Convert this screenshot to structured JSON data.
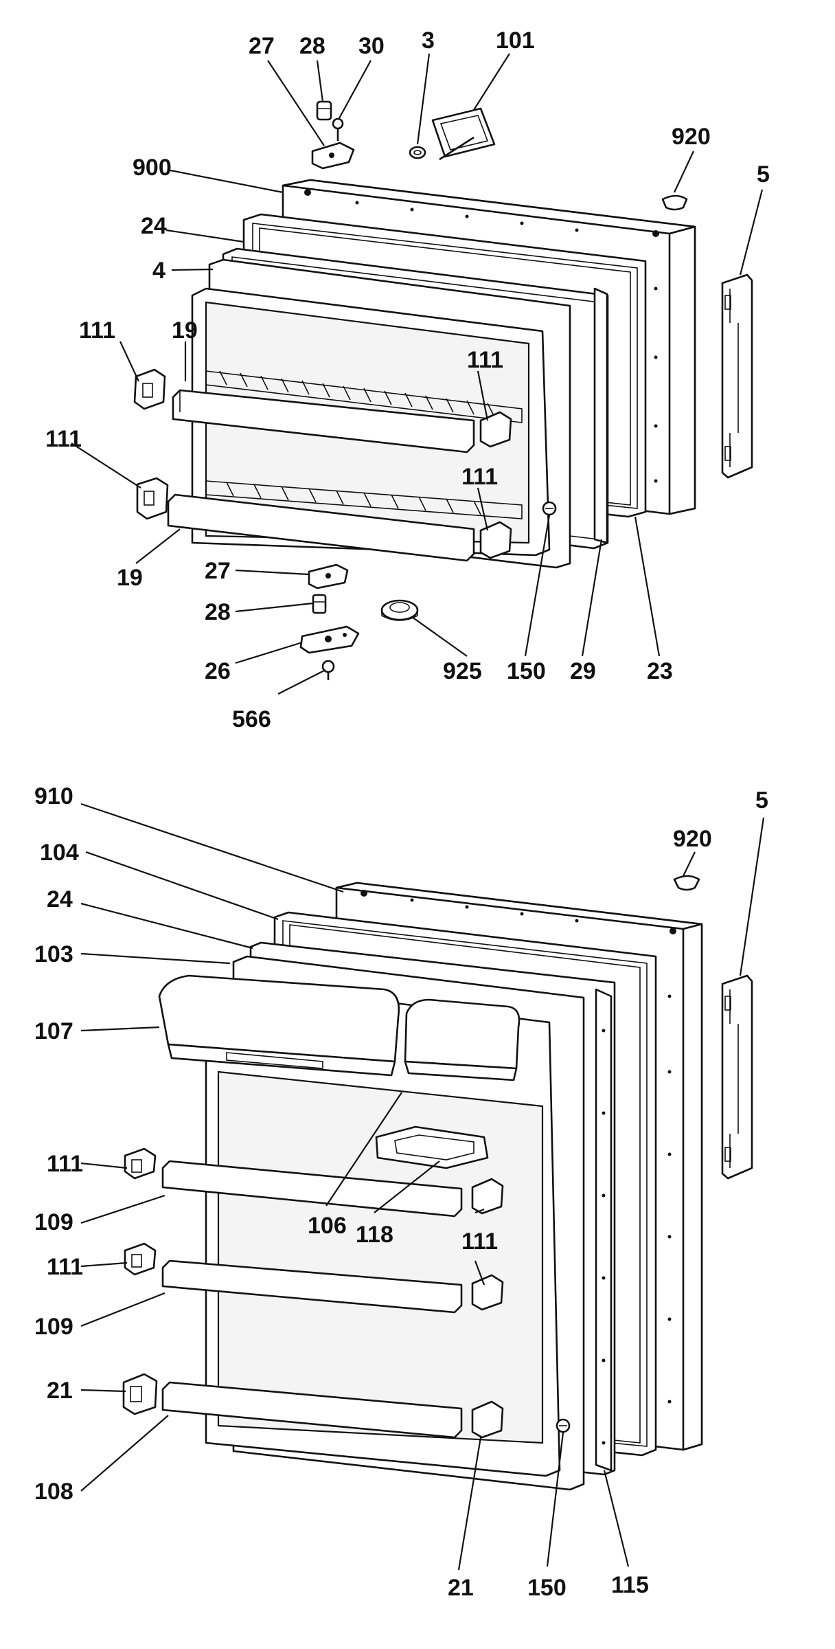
{
  "diagram": {
    "top_door_callouts": [
      {
        "id": "l-27a",
        "text": "27"
      },
      {
        "id": "l-28a",
        "text": "28"
      },
      {
        "id": "l-30",
        "text": "30"
      },
      {
        "id": "l-3",
        "text": "3"
      },
      {
        "id": "l-101",
        "text": "101"
      },
      {
        "id": "l-920a",
        "text": "920"
      },
      {
        "id": "l-900",
        "text": "900"
      },
      {
        "id": "l-5a",
        "text": "5"
      },
      {
        "id": "l-24a",
        "text": "24"
      },
      {
        "id": "l-4",
        "text": "4"
      },
      {
        "id": "l-111a",
        "text": "111"
      },
      {
        "id": "l-19a",
        "text": "19"
      },
      {
        "id": "l-111b",
        "text": "111"
      },
      {
        "id": "l-111c",
        "text": "111"
      },
      {
        "id": "l-111d",
        "text": "111"
      },
      {
        "id": "l-19b",
        "text": "19"
      },
      {
        "id": "l-27b",
        "text": "27"
      },
      {
        "id": "l-28b",
        "text": "28"
      },
      {
        "id": "l-26",
        "text": "26"
      },
      {
        "id": "l-566",
        "text": "566"
      },
      {
        "id": "l-925",
        "text": "925"
      },
      {
        "id": "l-150a",
        "text": "150"
      },
      {
        "id": "l-29",
        "text": "29"
      },
      {
        "id": "l-23",
        "text": "23"
      }
    ],
    "bottom_door_callouts": [
      {
        "id": "l-910",
        "text": "910"
      },
      {
        "id": "l-920b",
        "text": "920"
      },
      {
        "id": "l-5b",
        "text": "5"
      },
      {
        "id": "l-104",
        "text": "104"
      },
      {
        "id": "l-24b",
        "text": "24"
      },
      {
        "id": "l-103",
        "text": "103"
      },
      {
        "id": "l-107",
        "text": "107"
      },
      {
        "id": "l-111e",
        "text": "111"
      },
      {
        "id": "l-109a",
        "text": "109"
      },
      {
        "id": "l-106",
        "text": "106"
      },
      {
        "id": "l-118",
        "text": "118"
      },
      {
        "id": "l-111f",
        "text": "111"
      },
      {
        "id": "l-111g",
        "text": "111"
      },
      {
        "id": "l-109b",
        "text": "109"
      },
      {
        "id": "l-21a",
        "text": "21"
      },
      {
        "id": "l-108",
        "text": "108"
      },
      {
        "id": "l-21b",
        "text": "21"
      },
      {
        "id": "l-150b",
        "text": "150"
      },
      {
        "id": "l-115",
        "text": "115"
      }
    ]
  }
}
